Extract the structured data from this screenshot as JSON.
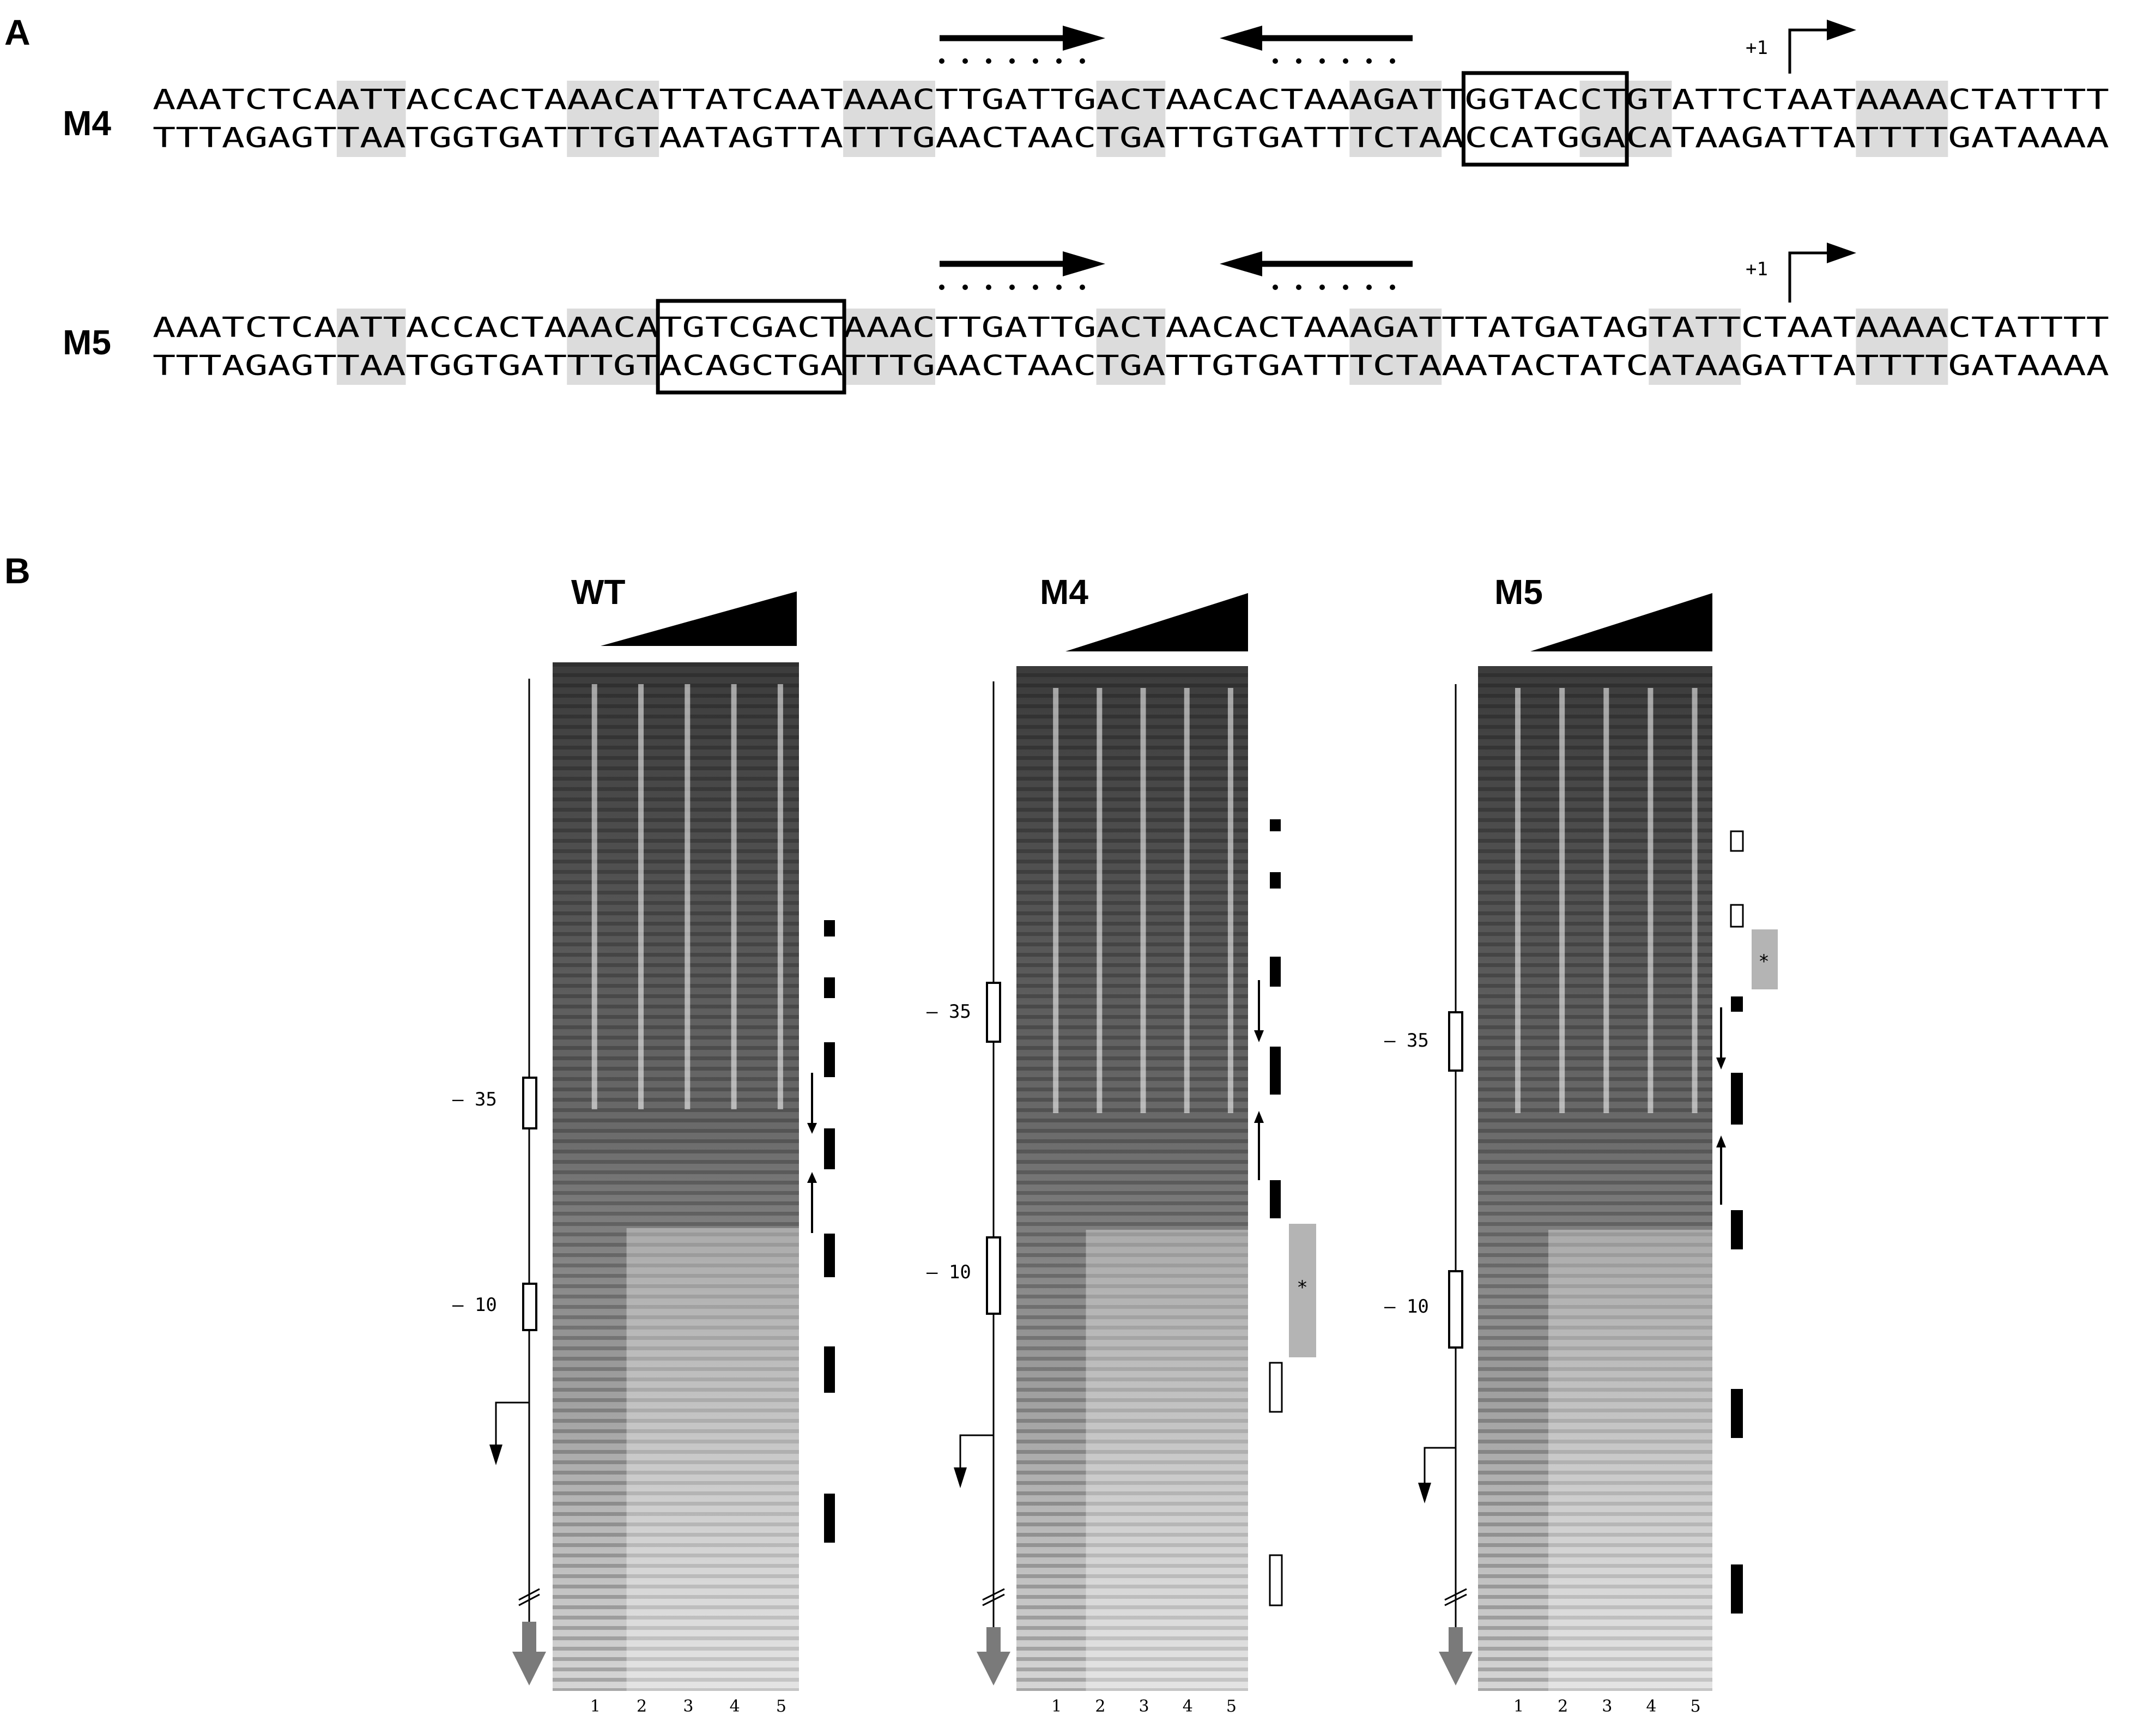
{
  "panel_a": {
    "letter": "A",
    "constructs": [
      {
        "label": "M4",
        "plus_one": "+1",
        "top_strand": "AAATCTCAATTACCACTAAACATTATCAATAAACTTGATTGACTAACACTAAAGATTGGTACCTGTATTCTAATAAAACTATTTT",
        "bottom_strand": "TTTAGAGTTAATGGTGATTTGTAATAGTTATTTGAACTAACTGATTGTGATTTCTAACCATGGACATAAGATTATTTTGATAAAA",
        "shaded_spans": [
          [
            8,
            11
          ],
          [
            18,
            22
          ],
          [
            30,
            34
          ],
          [
            41,
            44
          ],
          [
            52,
            56
          ],
          [
            62,
            66
          ],
          [
            74,
            78
          ]
        ],
        "boxed_span": [
          57,
          64
        ]
      },
      {
        "label": "M5",
        "plus_one": "+1",
        "top_strand": "AAATCTCAATTACCACTAAACATGTCGACTAAACTTGATTGACTAACACTAAAGATTTATGATAGTATTCTAATAAAACTATTTT",
        "bottom_strand": "TTTAGAGTTAATGGTGATTTGTACAGCTGATTTGAACTAACTGATTGTGATTTCTAAATACTATCATAAGATTATTTTGATAAAA",
        "shaded_spans": [
          [
            8,
            11
          ],
          [
            18,
            22
          ],
          [
            30,
            34
          ],
          [
            41,
            44
          ],
          [
            52,
            56
          ],
          [
            65,
            69
          ],
          [
            74,
            78
          ]
        ],
        "boxed_span": [
          22,
          30
        ]
      }
    ]
  },
  "panel_b": {
    "letter": "B",
    "gels": [
      {
        "title": "WT",
        "marker_35": "– 35",
        "marker_10": "– 10",
        "lane_numbers": [
          "1",
          "2",
          "3",
          "4",
          "5"
        ],
        "right_marks": [
          "filled",
          "filled",
          "filled",
          "filled",
          "filled",
          "filled",
          "filled"
        ],
        "star": ""
      },
      {
        "title": "M4",
        "marker_35": "– 35",
        "marker_10": "– 10",
        "lane_numbers": [
          "1",
          "2",
          "3",
          "4",
          "5"
        ],
        "right_marks": [
          "filled",
          "filled",
          "filled",
          "filled",
          "filled",
          "open",
          "open"
        ],
        "star": "*"
      },
      {
        "title": "M5",
        "marker_35": "– 35",
        "marker_10": "– 10",
        "lane_numbers": [
          "1",
          "2",
          "3",
          "4",
          "5"
        ],
        "right_marks": [
          "open",
          "open",
          "filled",
          "filled",
          "filled",
          "filled",
          "filled"
        ],
        "star": "*"
      }
    ]
  },
  "colors": {
    "shade": "#dcdcdc",
    "gel_dark": "#4a4a4a",
    "gel_light": "#f4f4f4",
    "grey_arrow": "#7a7a7a",
    "grey_box": "#b4b4b4"
  }
}
